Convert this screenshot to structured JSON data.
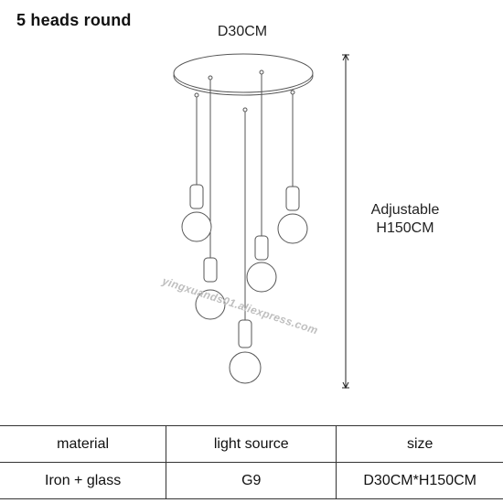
{
  "header": {
    "title": "5 heads round",
    "diameter_label": "D30CM"
  },
  "annotation": {
    "line1": "Adjustable",
    "line2": "H150CM"
  },
  "watermark": "yingxuands01.aliexpress.com",
  "specs": {
    "headers": [
      "material",
      "light source",
      "size"
    ],
    "values": [
      "Iron + glass",
      "G9",
      "D30CM*H150CM"
    ]
  }
}
